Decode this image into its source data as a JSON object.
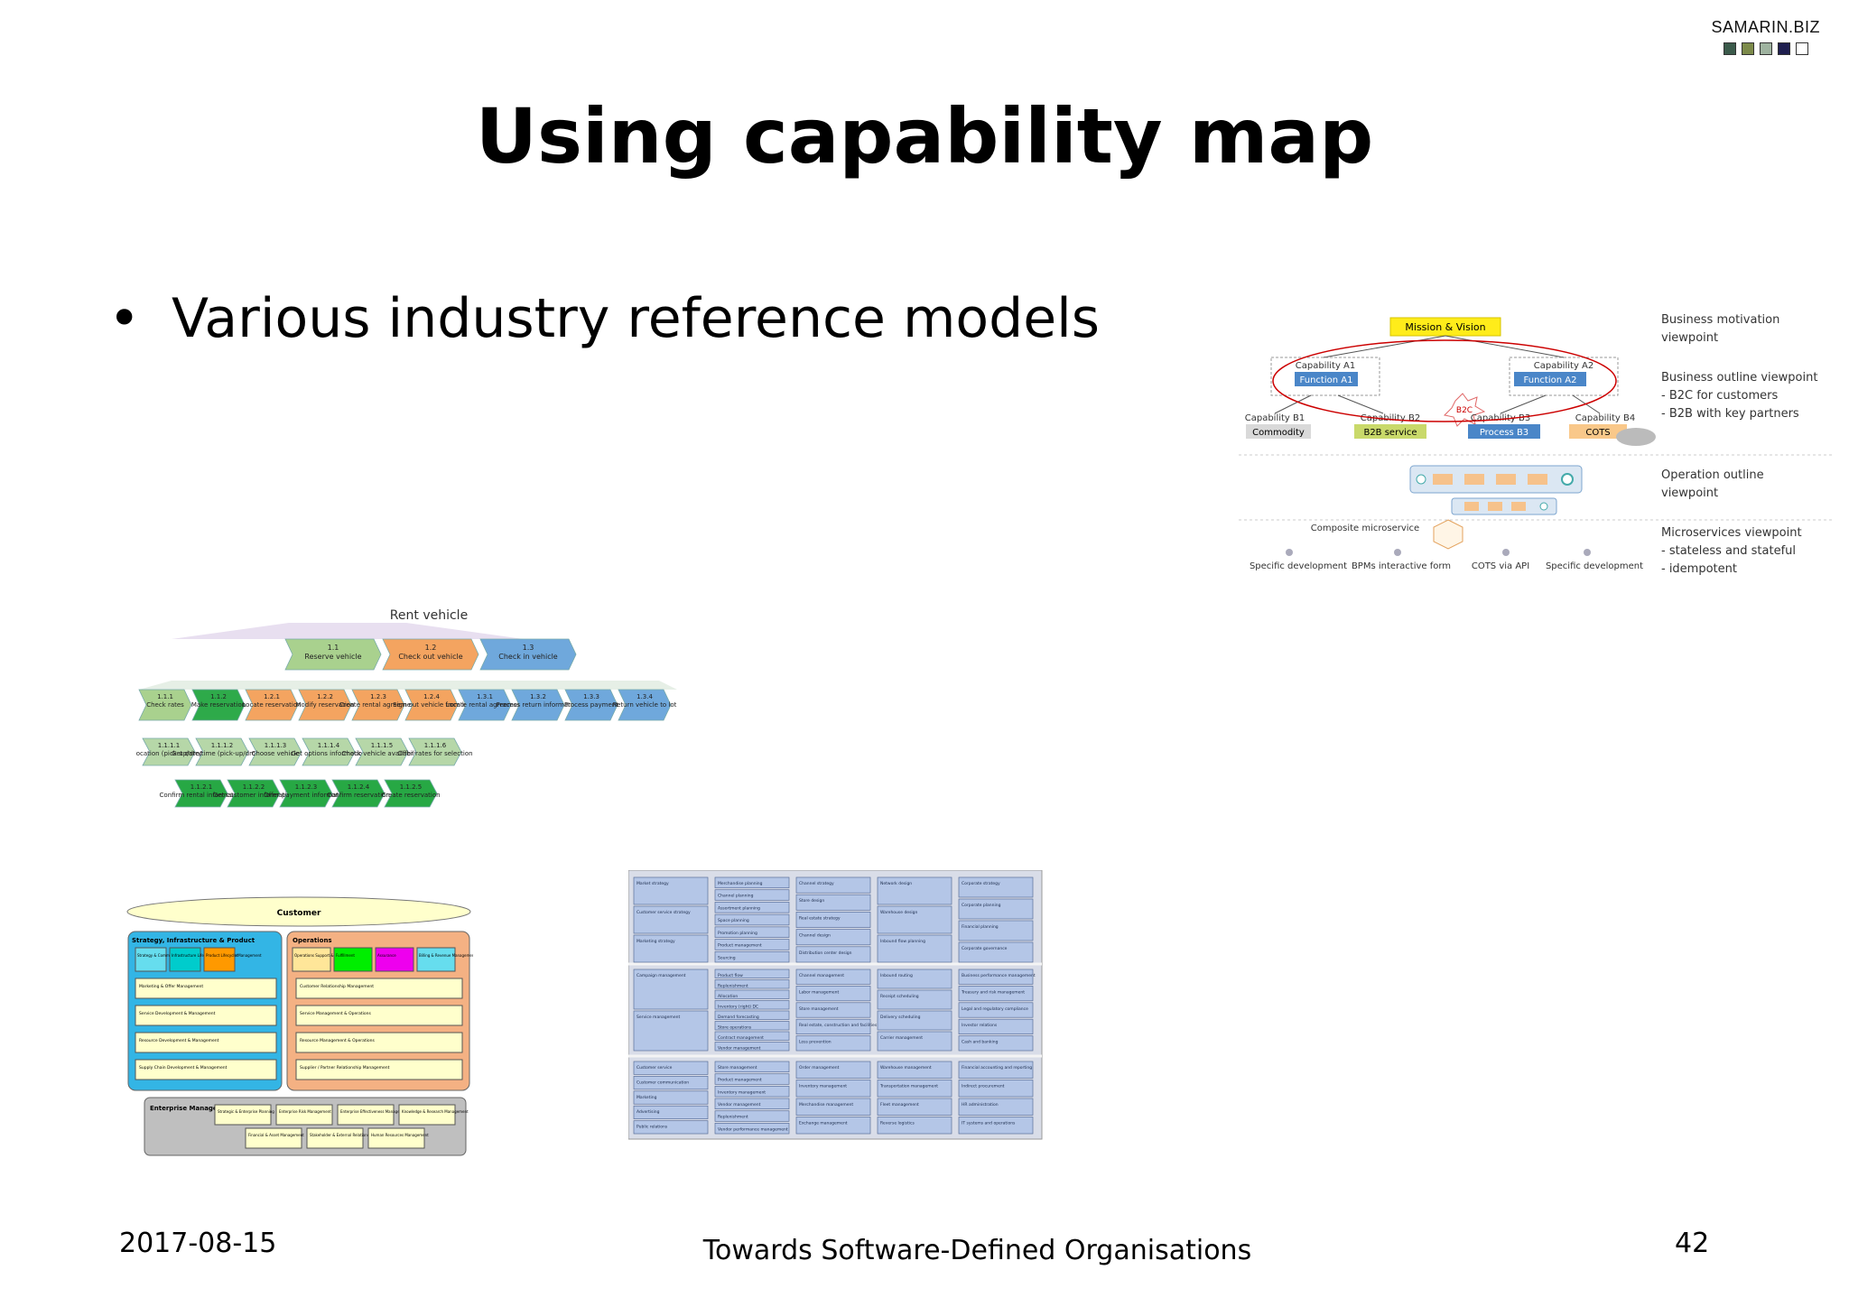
{
  "brand": {
    "text": "SAMARIN.BIZ",
    "squares": [
      "#3b5b4b",
      "#7c8a4a",
      "#9fb3a0",
      "#1f1f4f",
      "#ffffff"
    ]
  },
  "title": "Using capability map",
  "bullets": [
    "Various industry reference models"
  ],
  "footer": {
    "date": "2017-08-15",
    "center": "Towards Software-Defined Organisations",
    "page": "42"
  },
  "layered_viewpoints": {
    "mission": "Mission & Vision",
    "cap_a1": "Capability A1",
    "fn_a1": "Function A1",
    "cap_a2": "Capability A2",
    "fn_a2": "Function A2",
    "cap_b1": "Capability B1",
    "commodity": "Commodity",
    "cap_b2": "Capability B2",
    "b2b_service": "B2B service",
    "b2c": "B2C",
    "cap_b3": "Capability B3",
    "process_b3": "Process B3",
    "cap_b4": "Capability B4",
    "cots": "COTS",
    "composite": "Composite microservice",
    "bottom_labels": [
      "Specific development",
      "BPMs interactive form",
      "COTS via API",
      "Specific development"
    ],
    "vp_motivation": [
      "Business motivation",
      "viewpoint"
    ],
    "vp_outline": [
      "Business outline viewpoint",
      "-  B2C for customers",
      "-  B2B with key partners"
    ],
    "vp_operation": [
      "Operation outline",
      "viewpoint"
    ],
    "vp_micro": [
      "Microservices viewpoint",
      "-  stateless and stateful",
      "-  idempotent"
    ]
  },
  "rent_vehicle": {
    "root": "Rent vehicle",
    "level1": [
      {
        "id": "1.1",
        "label": "Reserve vehicle",
        "color": "#a9d18e"
      },
      {
        "id": "1.2",
        "label": "Check out vehicle",
        "color": "#f4a460"
      },
      {
        "id": "1.3",
        "label": "Check in vehicle",
        "color": "#6fa8dc"
      }
    ],
    "level2": [
      {
        "id": "1.1.1",
        "label": "Check rates",
        "color": "#a9d18e"
      },
      {
        "id": "1.1.2",
        "label": "Make reservation",
        "color": "#2eaa4a"
      },
      {
        "id": "1.2.1",
        "label": "Locate reservation",
        "color": "#f4a460"
      },
      {
        "id": "1.2.2",
        "label": "Modify reservation",
        "color": "#f4a460"
      },
      {
        "id": "1.2.3",
        "label": "Create rental agreement",
        "color": "#f4a460"
      },
      {
        "id": "1.2.4",
        "label": "Sign out vehicle from lot",
        "color": "#f4a460"
      },
      {
        "id": "1.3.1",
        "label": "Locate rental agreement",
        "color": "#6fa8dc"
      },
      {
        "id": "1.3.2",
        "label": "Process return information",
        "color": "#6fa8dc"
      },
      {
        "id": "1.3.3",
        "label": "Process payment",
        "color": "#6fa8dc"
      },
      {
        "id": "1.3.4",
        "label": "Return vehicle to lot",
        "color": "#6fa8dc"
      }
    ],
    "level3": [
      {
        "id": "1.1.1.1",
        "label": "Get location (pick-up/drop-off)"
      },
      {
        "id": "1.1.1.2",
        "label": "Get date/time (pick-up/drop-off)"
      },
      {
        "id": "1.1.1.3",
        "label": "Choose vehicle"
      },
      {
        "id": "1.1.1.4",
        "label": "Get options information"
      },
      {
        "id": "1.1.1.5",
        "label": "Check vehicle availability"
      },
      {
        "id": "1.1.1.6",
        "label": "Offer rates for selection"
      }
    ],
    "level4": [
      {
        "id": "1.1.2.1",
        "label": "Confirm rental information"
      },
      {
        "id": "1.1.2.2",
        "label": "Get customer information"
      },
      {
        "id": "1.1.2.3",
        "label": "Offer payment information"
      },
      {
        "id": "1.1.2.4",
        "label": "Confirm reservation"
      },
      {
        "id": "1.1.2.5",
        "label": "Create reservation"
      }
    ]
  },
  "enterprise_map": {
    "customer": "Customer",
    "left_panel": "Strategy, Infrastructure & Product",
    "right_panel": "Operations",
    "bottom_panel": "Enterprise Management",
    "left_tops": [
      "Strategy & Commit",
      "Infrastructure Lifecycle Management",
      "Product Lifecycle Management"
    ],
    "left_rows": [
      "Marketing & Offer Management",
      "Service Development & Management",
      "Resource Development & Management",
      "Supply Chain Development & Management"
    ],
    "right_tops": [
      "Operations Support & Readiness",
      "Fulfillment",
      "Assurance",
      "Billing & Revenue Management"
    ],
    "right_rows": [
      "Customer Relationship Management",
      "Service Management & Operations",
      "Resource Management & Operations",
      "Supplier / Partner Relationship Management"
    ],
    "bottom_boxes": [
      "Strategic & Enterprise Planning",
      "Enterprise Risk Management",
      "Enterprise Effectiveness Management",
      "Knowledge & Research Management",
      "Financial & Asset Management",
      "Stakeholder & External Relations Management",
      "Human Resources Management"
    ]
  },
  "retail_map": {
    "columns": [
      {
        "top": [
          "Market strategy",
          "Customer service strategy",
          "Marketing strategy"
        ],
        "mid": [
          "Campaign management",
          "Service management"
        ],
        "bot": [
          "Customer service",
          "Customer communication",
          "Marketing",
          "Advertising",
          "Public relations"
        ]
      },
      {
        "top": [
          "Merchandise planning",
          "Channel planning",
          "Assortment planning",
          "Space planning",
          "Promotion planning",
          "Product management",
          "Sourcing"
        ],
        "mid": [
          "Product flow",
          "Replenishment",
          "Allocation",
          "Inventory (right) DC",
          "Demand forecasting",
          "Store operations",
          "Contract management",
          "Vendor management"
        ],
        "bot": [
          "Store management",
          "Product management",
          "Inventory management",
          "Vendor management",
          "Replenishment",
          "Vendor performance management"
        ]
      },
      {
        "top": [
          "Channel strategy",
          "Store design",
          "Real estate strategy",
          "Channel design",
          "Distribution center design"
        ],
        "mid": [
          "Channel management",
          "Labor management",
          "Store management",
          "Real estate, construction and facilities management",
          "Loss prevention"
        ],
        "bot": [
          "Order management",
          "Inventory management",
          "Merchandise management",
          "Exchange management"
        ]
      },
      {
        "top": [
          "Network design",
          "Warehouse design",
          "Inbound flow planning"
        ],
        "mid": [
          "Inbound routing",
          "Receipt scheduling",
          "Delivery scheduling",
          "Carrier management"
        ],
        "bot": [
          "Warehouse management",
          "Transportation management",
          "Fleet management",
          "Reverse logistics"
        ]
      },
      {
        "top": [
          "Corporate strategy",
          "Corporate planning",
          "Financial planning",
          "Corporate governance"
        ],
        "mid": [
          "Business performance management",
          "Treasury and risk management",
          "Legal and regulatory compliance",
          "Investor relations",
          "Cash and banking"
        ],
        "bot": [
          "Financial accounting and reporting",
          "Indirect procurement",
          "HR administration",
          "IT systems and operations"
        ]
      }
    ]
  }
}
